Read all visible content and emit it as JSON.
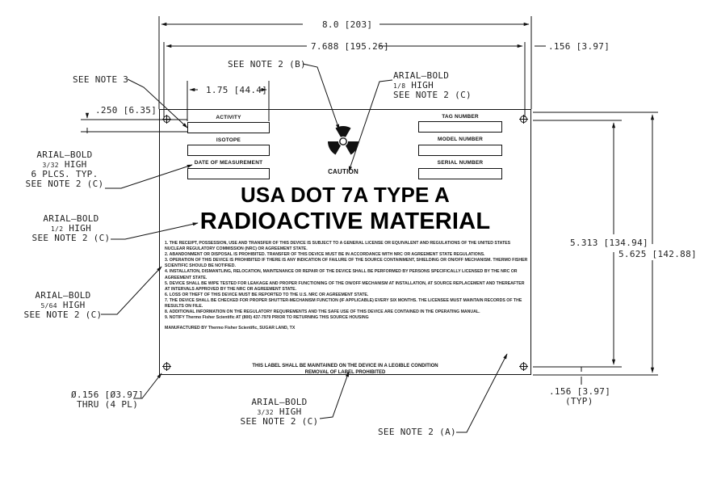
{
  "dimensions": {
    "overall_width": "8.0 [203]",
    "hole_span_width": "7.688 [195.26]",
    "hole_edge_offset_top": ".156 [3.97]",
    "field_width": "1.75 [44.4]",
    "field_top_offset": ".250 [6.35]",
    "hole_span_height": "5.313 [134.94]",
    "overall_height": "5.625 [142.88]",
    "hole_edge_offset_bottom": ".156 [3.97]",
    "hole_edge_offset_bottom_typ": "(TYP)",
    "hole_diameter": "Ø.156 [Ø3.97]",
    "hole_thru": "THRU (4 PL)"
  },
  "callouts": {
    "note3": "SEE NOTE 3",
    "note2b": "SEE NOTE 2 (B)",
    "symbol_font": "ARIAL—BOLD",
    "symbol_height": "HIGH",
    "symbol_height_frac": "1/8",
    "symbol_note": "SEE NOTE 2 (C)",
    "fields_font": "ARIAL—BOLD",
    "fields_height_frac": "3/32",
    "fields_height": "HIGH",
    "fields_plcs": "6 PLCS. TYP.",
    "fields_note": "SEE NOTE 2 (C)",
    "headline_font": "ARIAL—BOLD",
    "headline_height_frac": "1/2",
    "headline_height": "HIGH",
    "headline_note": "SEE NOTE 2 (C)",
    "notes_font": "ARIAL—BOLD",
    "notes_height_frac": "5/64",
    "notes_height": "HIGH",
    "notes_note": "SEE NOTE 2 (C)",
    "footer_font": "ARIAL—BOLD",
    "footer_height_frac": "3/32",
    "footer_height": "HIGH",
    "footer_note": "SEE NOTE 2 (C)",
    "plate_note": "SEE NOTE 2 (A)"
  },
  "plate": {
    "left_fields": [
      "ACTIVITY",
      "ISOTOPE",
      "DATE OF MEASUREMENT"
    ],
    "right_fields": [
      "TAG NUMBER",
      "MODEL NUMBER",
      "SERIAL NUMBER"
    ],
    "caution": "CAUTION",
    "headline_1": "USA DOT 7A TYPE A",
    "headline_2": "RADIOACTIVE MATERIAL",
    "notes": [
      "1. THE RECEIPT, POSSESSION, USE AND TRANSFER OF THIS DEVICE IS SUBJECT TO A GENERAL LICENSE OR EQUIVALENT AND REGULATIONS OF THE UNITED STATES NUCLEAR REGULATORY COMMISSION (NRC) OR AGREEMENT STATE.",
      "2. ABANDONMENT OR DISPOSAL IS PROHIBITED. TRANSFER OF THIS DEVICE MUST BE IN ACCORDANCE WITH NRC OR AGREEMENT STATE REGULATIONS.",
      "3. OPERATION OF THIS DEVICE IS PROHIBITED IF THERE IS ANY INDICATION OF FAILURE OF THE SOURCE CONTAINMENT, SHIELDING OR ON/OFF MECHANISM. THERMO FISHER SCIENTIFIC SHOULD BE NOTIFIED.",
      "4. INSTALLATION, DISMANTLING, RELOCATION, MAINTENANCE OR REPAIR OF THE DEVICE SHALL BE PERFORMED BY PERSONS SPECIFICALLY LICENSED BY THE NRC OR AGREEMENT STATE.",
      "5. DEVICE SHALL BE WIPE TESTED FOR LEAKAGE AND PROPER FUNCTIONING OF THE ON/OFF MECHANISM AT INSTALLATION, AT SOURCE REPLACEMENT AND THEREAFTER AT INTERVALS APPROVED BY THE NRC OR AGREEMENT STATE.",
      "6. LOSS OR THEFT OF THIS DEVICE MUST BE REPORTED TO THE U.S. NRC OR AGREEMENT STATE.",
      "7. THE DEVICE SHALL BE CHECKED FOR PROPER SHUTTER-MECHANISM FUNCTION (IF APPLICABLE) EVERY SIX MONTHS. THE LICENSEE MUST MAINTAIN RECORDS OF THE RESULTS ON FILE.",
      "8. ADDITIONAL INFORMATION ON THE REGULATORY REQUIREMENTS AND THE SAFE USE OF THIS DEVICE ARE CONTAINED IN THE OPERATING MANUAL.",
      "9. NOTIFY Thermo Fisher Scientific AT (800) 437-7979 PRIOR TO RETURNING THIS SOURCE HOUSING"
    ],
    "manufacturer": "MANUFACTURED BY Thermo Fisher Scientific, SUGAR LAND, TX",
    "footer_1": "THIS LABEL SHALL BE MAINTAINED ON THE DEVICE IN A LEGIBLE CONDITION",
    "footer_2": "REMOVAL OF LABEL PROHIBITED"
  },
  "icons": {
    "trefoil": "radiation-trefoil-icon",
    "mounting_hole": "mounting-hole-icon"
  },
  "colors": {
    "ink": "#111111",
    "background": "#ffffff"
  }
}
